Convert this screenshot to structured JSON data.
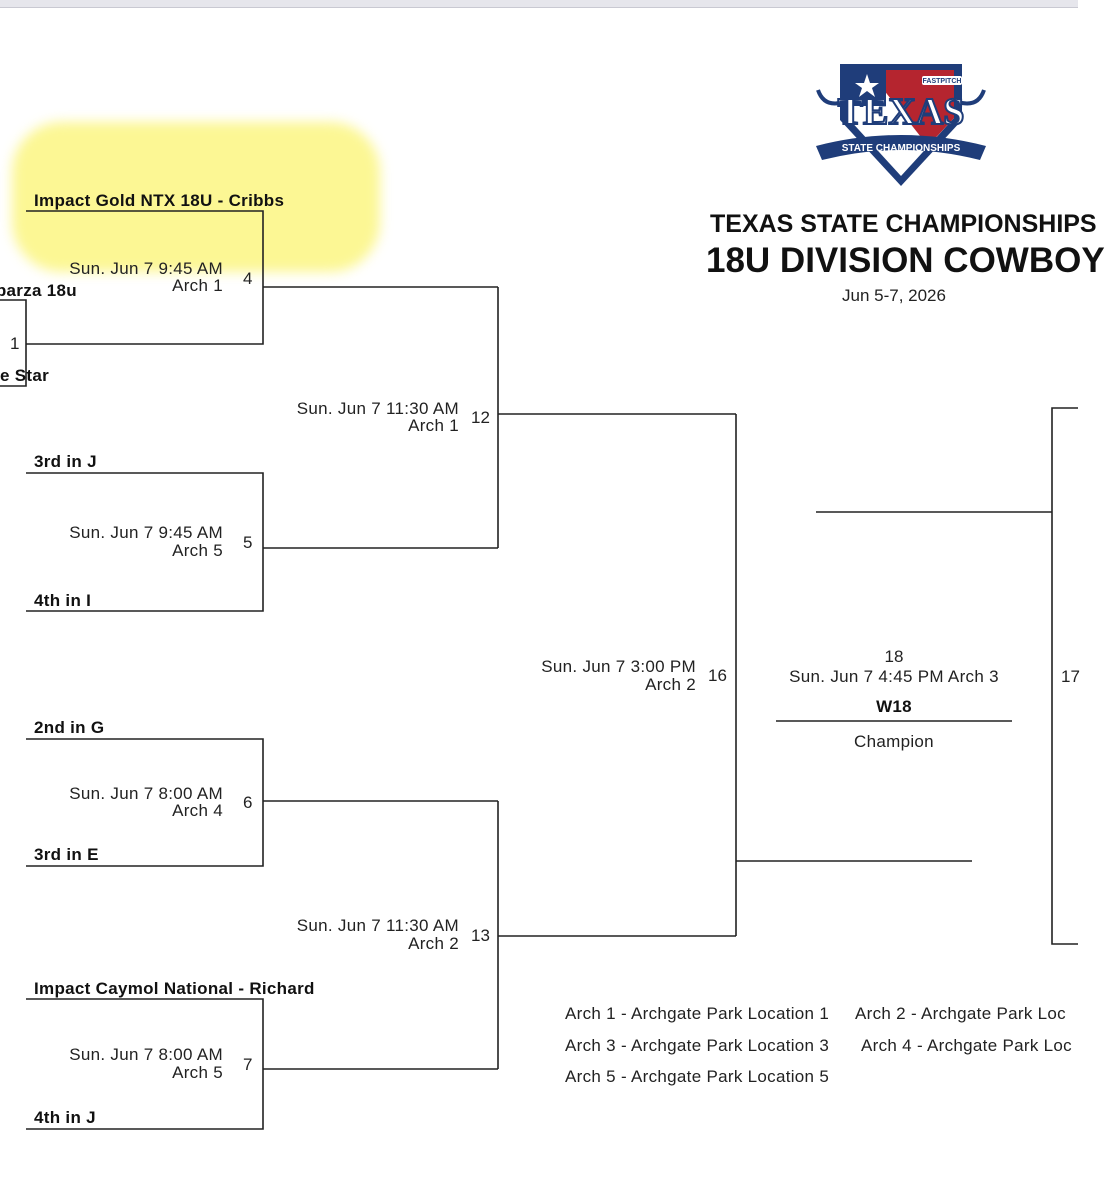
{
  "header": {
    "title_line1": "TEXAS STATE CHAMPIONSHIPS",
    "title_line2": "18U DIVISION COWBOY",
    "dates": "Jun 5-7, 2026"
  },
  "logo": {
    "word": "TEXAS",
    "ribbon": "STATE CHAMPIONSHIPS",
    "badge": "FASTPITCH",
    "colors": {
      "navy": "#1f3d7a",
      "red": "#b5252f",
      "white": "#ffffff"
    }
  },
  "highlight_color": "#f5ec2a",
  "round1": {
    "g1": {
      "number": "1",
      "team_top": "...parza 18u",
      "team_bottom": "...e Star"
    },
    "g4": {
      "number": "4",
      "time": "Sun. Jun 7 9:45 AM",
      "field": "Arch 1",
      "team_top": "Impact Gold NTX 18U - Cribbs"
    },
    "g5": {
      "number": "5",
      "time": "Sun. Jun 7 9:45 AM",
      "field": "Arch 5",
      "team_top": "3rd in J",
      "team_bottom": "4th in I"
    },
    "g6": {
      "number": "6",
      "time": "Sun. Jun 7 8:00 AM",
      "field": "Arch 4",
      "team_top": "2nd in G",
      "team_bottom": "3rd in E"
    },
    "g7": {
      "number": "7",
      "time": "Sun. Jun 7 8:00 AM",
      "field": "Arch 5",
      "team_top": "Impact Caymol National - Richard",
      "team_bottom": "4th in J"
    }
  },
  "round2": {
    "g12": {
      "number": "12",
      "time": "Sun. Jun 7 11:30 AM",
      "field": "Arch 1"
    },
    "g13": {
      "number": "13",
      "time": "Sun. Jun 7 11:30 AM",
      "field": "Arch 2"
    }
  },
  "round3": {
    "g16": {
      "number": "16",
      "time": "Sun. Jun 7 3:00 PM",
      "field": "Arch 2"
    },
    "g17": {
      "number": "17"
    }
  },
  "final": {
    "number": "18",
    "time": "Sun. Jun 7 4:45 PM Arch 3",
    "winner": "W18",
    "label": "Champion"
  },
  "legend": [
    "Arch 1 - Archgate Park Location 1",
    "Arch 2 - Archgate Park Loc",
    "Arch 3 - Archgate Park Location 3",
    "Arch 4 - Archgate Park Loc",
    "Arch 5 - Archgate Park Location 5"
  ]
}
